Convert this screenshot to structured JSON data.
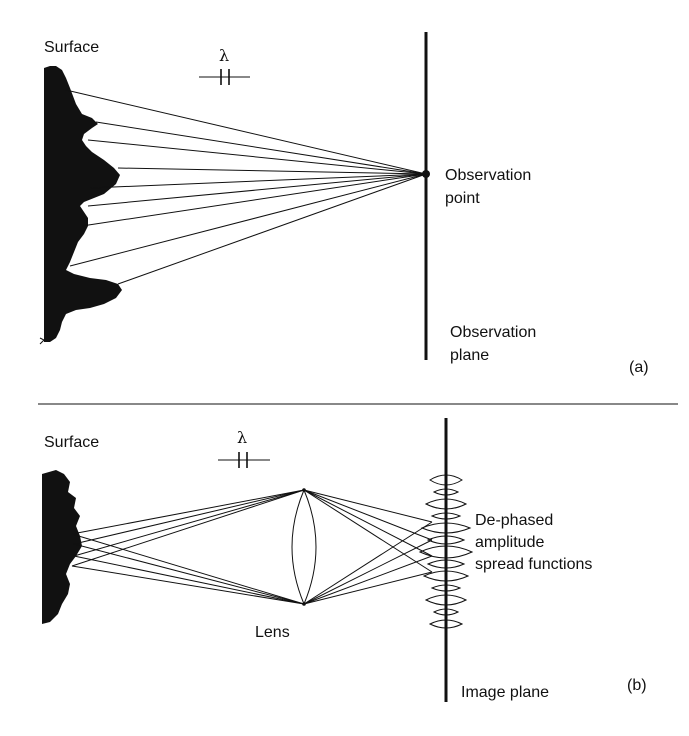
{
  "panel_a": {
    "surface_label": "Surface",
    "wavelength_symbol": "λ",
    "point_label_line1": "Observation",
    "point_label_line2": "point",
    "plane_label_line1": "Observation",
    "plane_label_line2": "plane",
    "panel_tag": "(a)"
  },
  "panel_b": {
    "surface_label": "Surface",
    "wavelength_symbol": "λ",
    "lens_label": "Lens",
    "spread_label_line1": "De-phased",
    "spread_label_line2": "amplitude",
    "spread_label_line3": "spread functions",
    "plane_label": "Image plane",
    "panel_tag": "(b)"
  }
}
